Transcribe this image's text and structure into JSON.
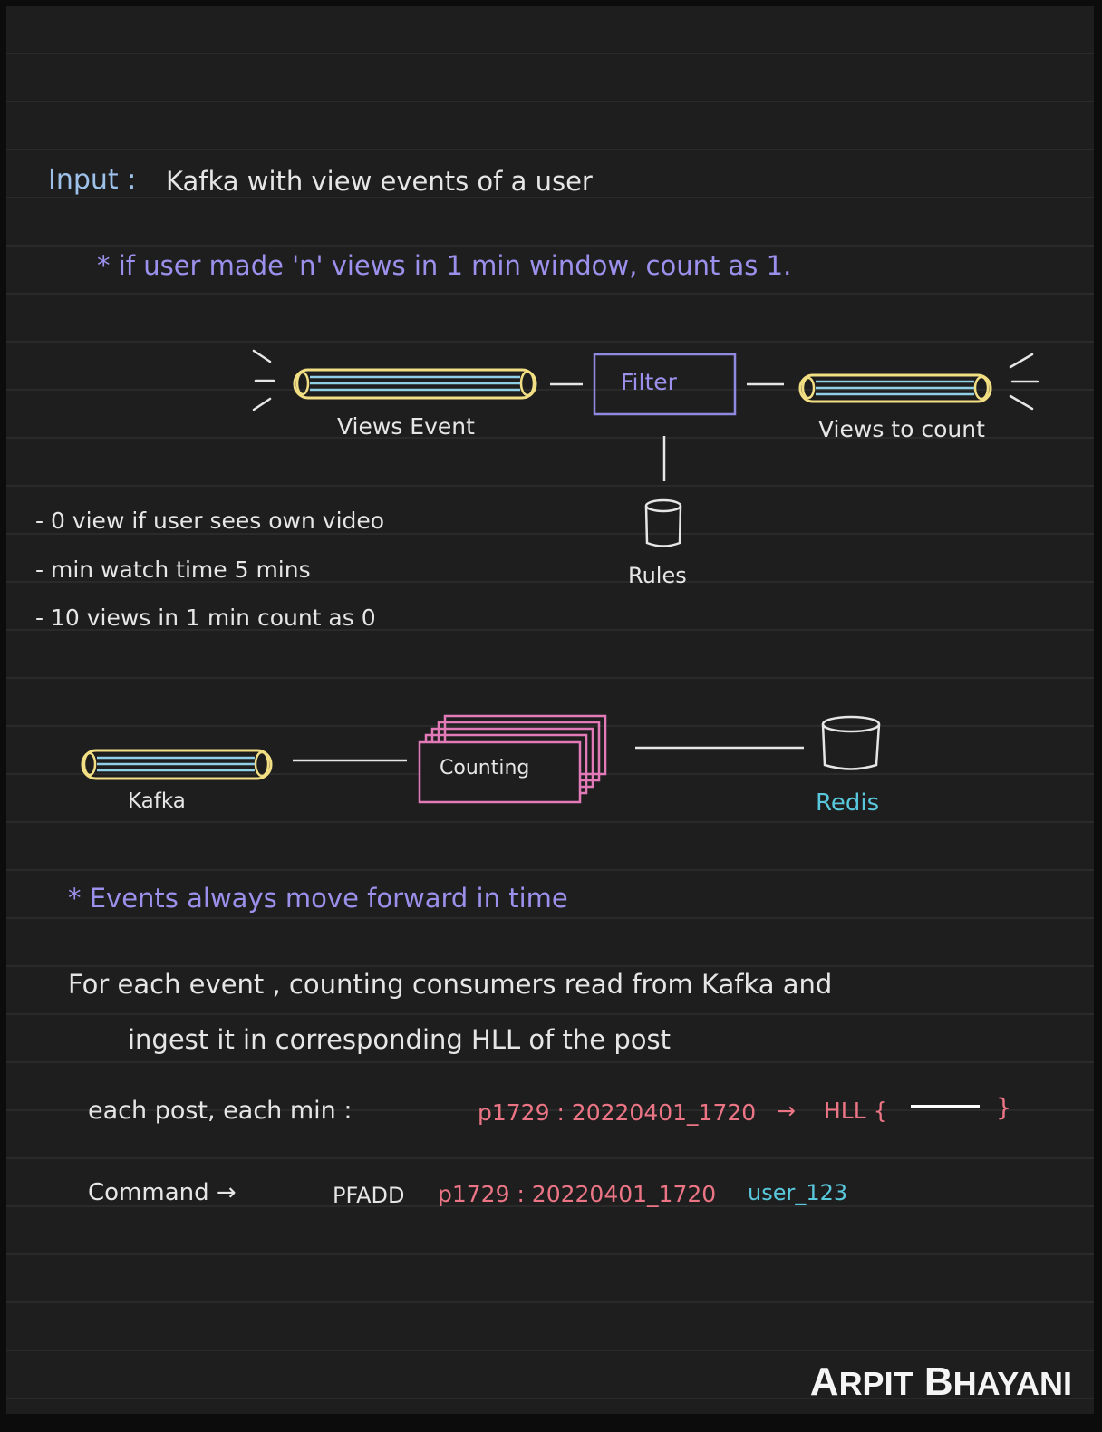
{
  "input": {
    "label": "Input :",
    "text": "Kafka with view events of a user"
  },
  "note1": "* if user made 'n' views in 1 min window, count as 1.",
  "pipeline1": {
    "source_label": "Views Event",
    "filter_label": "Filter",
    "sink_label": "Views to count",
    "rules_label": "Rules"
  },
  "rules_list": [
    "- 0 view if user sees own video",
    "- min watch time 5 mins",
    "- 10 views in 1 min count as 0"
  ],
  "pipeline2": {
    "source_label": "Kafka",
    "counting_label": "Counting",
    "store_label": "Redis"
  },
  "note2": "* Events always move forward in time",
  "paragraph": {
    "line1": "For each event , counting consumers read from Kafka and",
    "line2": "ingest it in corresponding HLL of the post"
  },
  "key_row": {
    "label": "each post, each min :",
    "key": "p1729 : 20220401_1720",
    "arrow": "→",
    "hll": "HLL {",
    "close": "}"
  },
  "command_row": {
    "label": "Command →",
    "cmd": "PFADD",
    "key": "p1729 : 20220401_1720",
    "user": "user_123"
  },
  "brand": {
    "first_initial": "A",
    "first_rest": "RPIT",
    "last_initial": "B",
    "last_rest": "HAYANI"
  },
  "colors": {
    "background": "#1e1e1f",
    "text": "#e6e6e6",
    "note_purple": "#9b91ec",
    "filter_box": "#8f8ae0",
    "kafka_tube": "#f2df84",
    "tube_lines": "#8fd0e6",
    "counting_box": "#e27ab8",
    "redis_label": "#5ac8dc",
    "key_pink": "#ec7585"
  }
}
